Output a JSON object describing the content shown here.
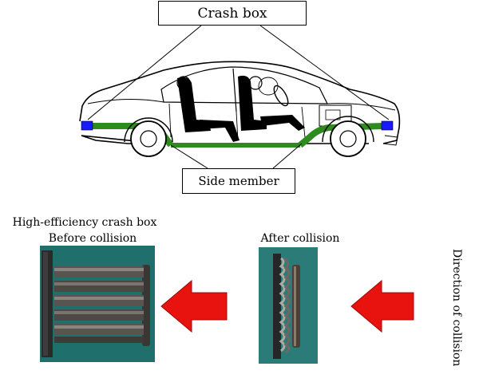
{
  "labels": {
    "crash_box": "Crash box",
    "side_member": "Side member",
    "before_line1": "High-efficiency crash box",
    "before_line2": "Before collision",
    "after": "After collision",
    "direction": "Direction of collision"
  },
  "colors": {
    "side_member": "#2e8b1e",
    "crash_box": "#1a1aff",
    "arrow": "#e8120f",
    "photo_background": "#1f6f6c"
  }
}
